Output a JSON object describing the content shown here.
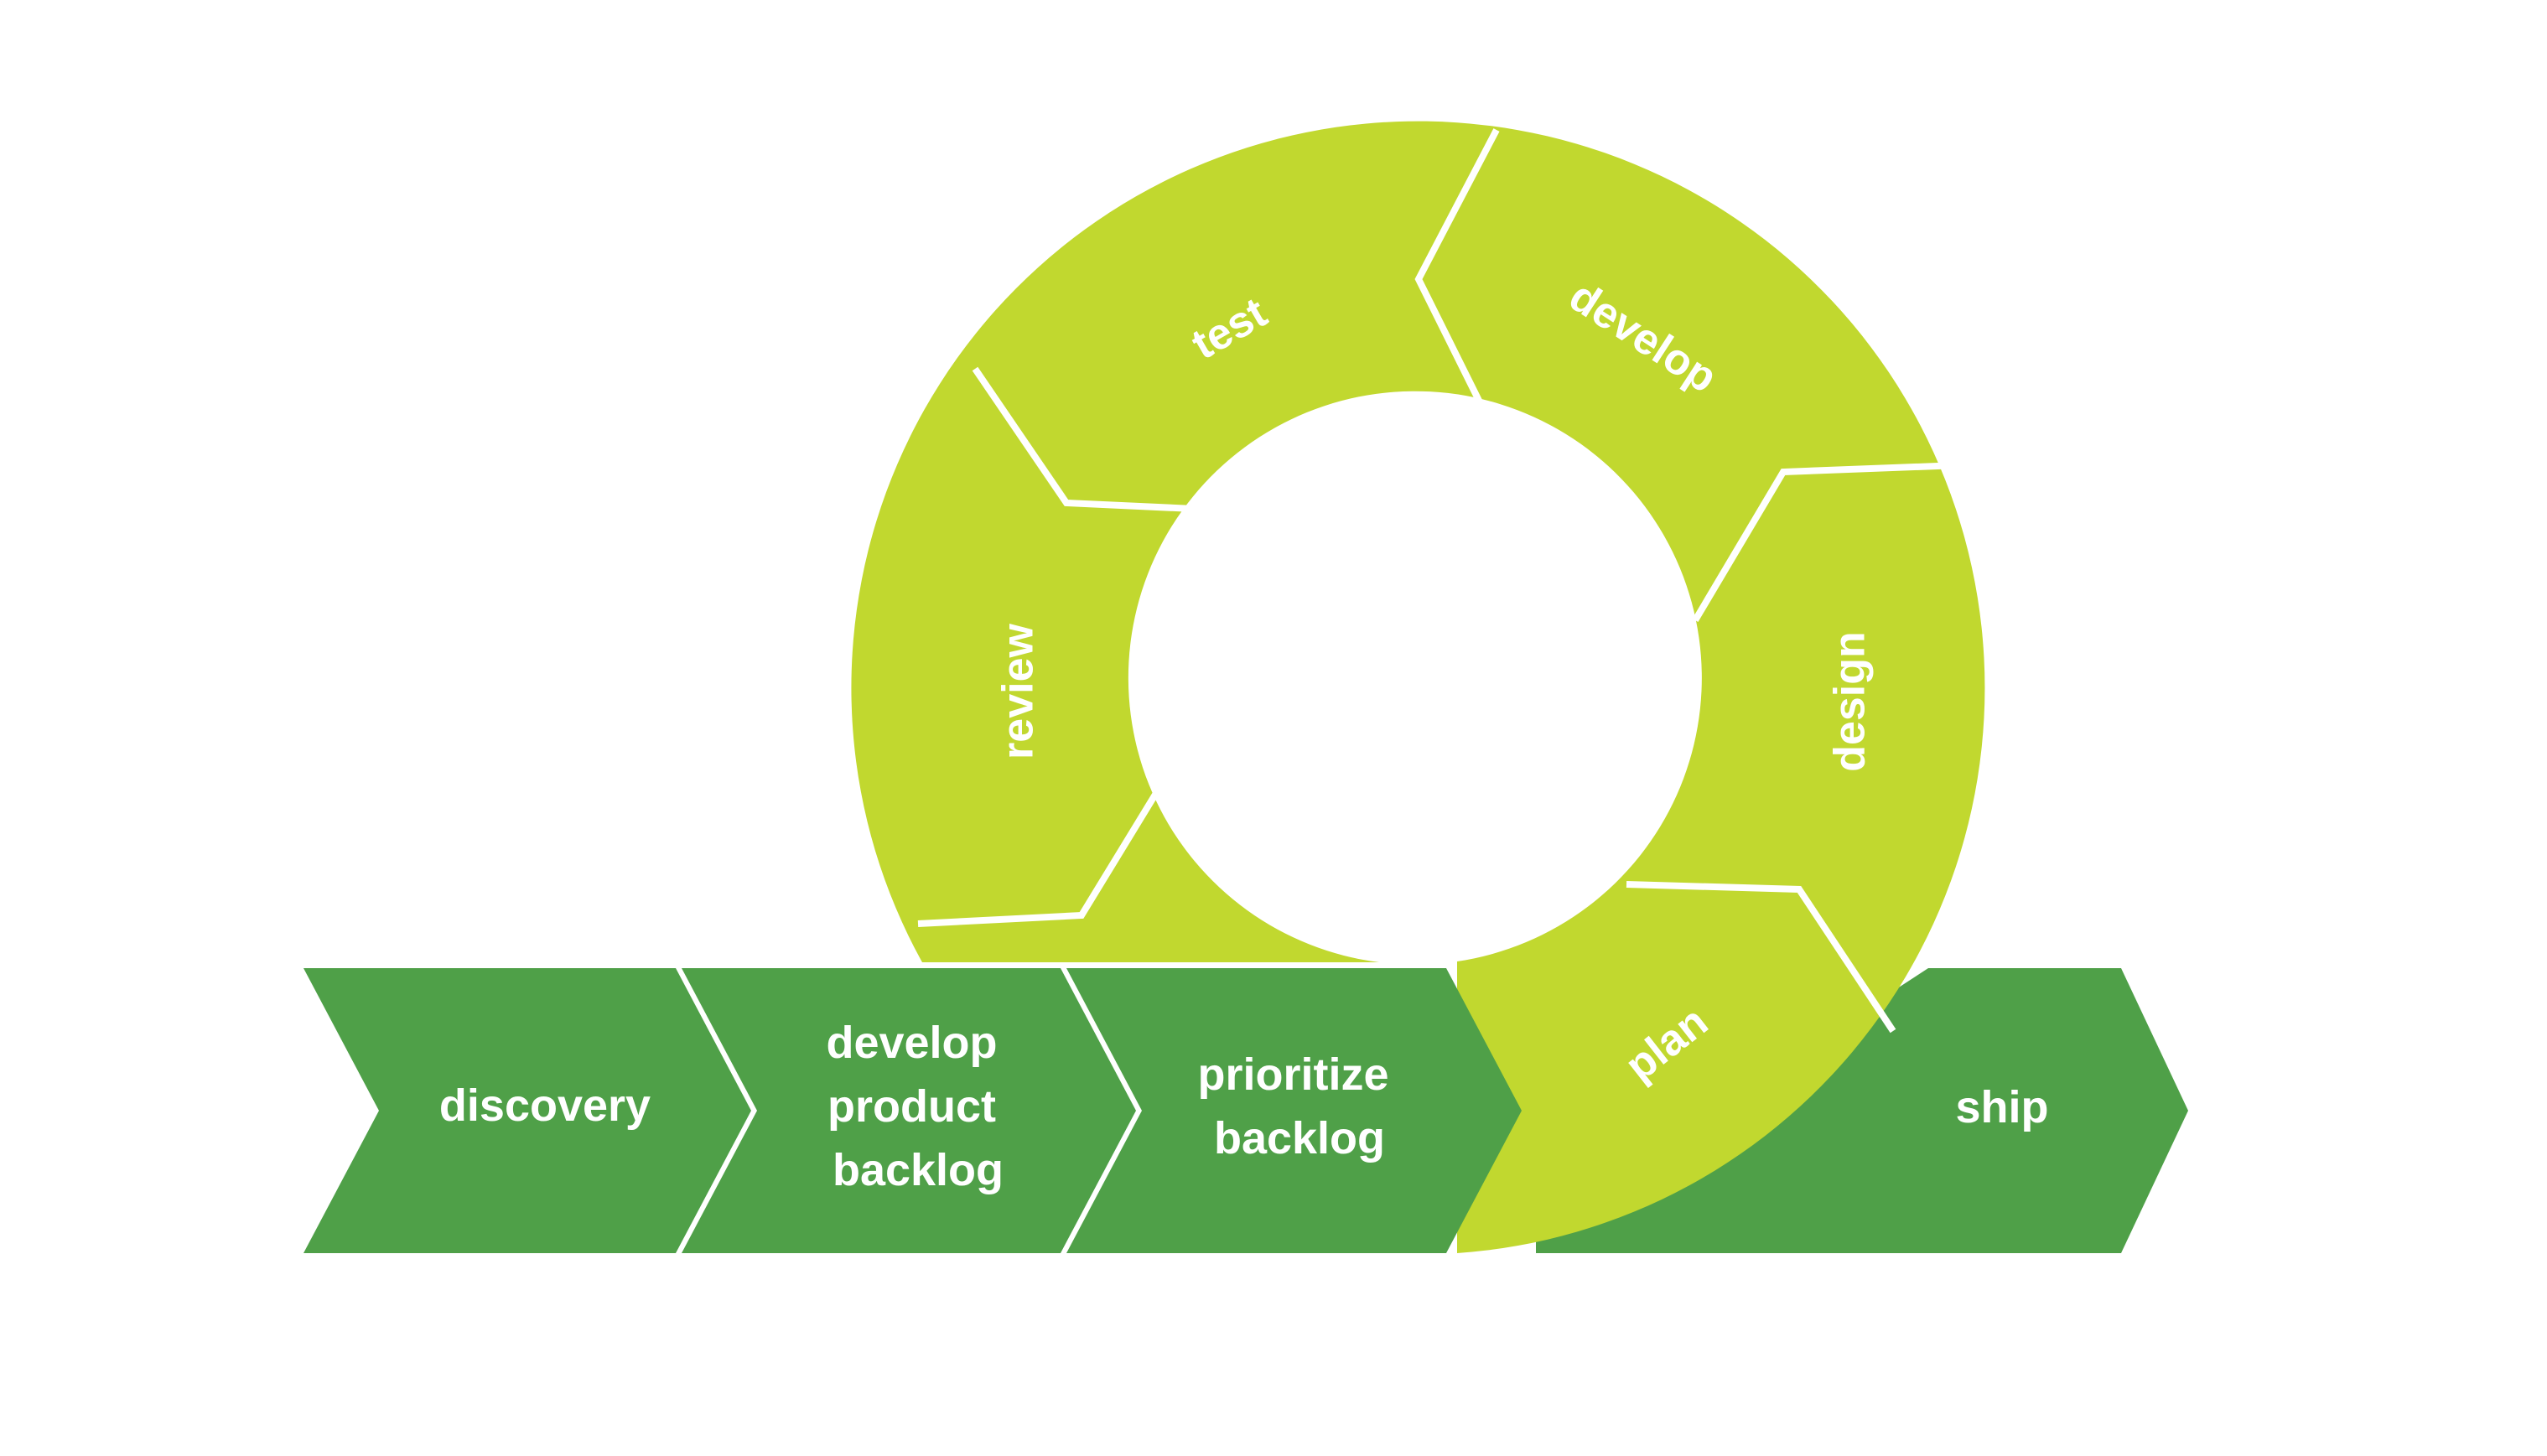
{
  "colors": {
    "pipeline_green": "#4FA048",
    "cycle_lime": "#C1D82F",
    "separator": "#FFFFFF",
    "text": "#FFFFFF"
  },
  "pipeline": [
    {
      "id": "discovery",
      "lines": [
        "discovery"
      ]
    },
    {
      "id": "develop-product-backlog",
      "lines": [
        "develop",
        "product",
        "backlog"
      ]
    },
    {
      "id": "prioritize-backlog",
      "lines": [
        "prioritize",
        "backlog"
      ]
    },
    {
      "id": "ship",
      "lines": [
        "ship"
      ]
    }
  ],
  "cycle": [
    {
      "id": "plan",
      "label": "plan"
    },
    {
      "id": "design",
      "label": "design"
    },
    {
      "id": "develop",
      "label": "develop"
    },
    {
      "id": "test",
      "label": "test"
    },
    {
      "id": "review",
      "label": "review"
    }
  ]
}
